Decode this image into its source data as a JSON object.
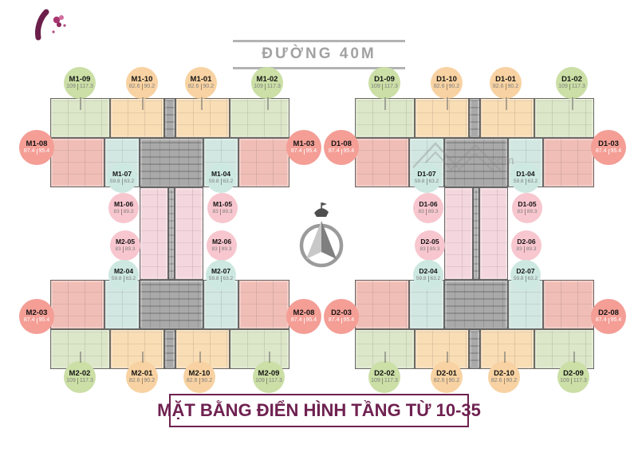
{
  "header": {
    "road_label": "ĐƯỜNG 40M"
  },
  "footer": {
    "title": "MẶT BẰNG ĐIỂN HÌNH TẦNG TỪ 10-35"
  },
  "watermark": {
    "text": ".com"
  },
  "colors": {
    "unit_green": "#dce6c8",
    "unit_orange": "#f9ddb4",
    "unit_salmon": "#f0beb6",
    "unit_teal": "#d2e7e1",
    "unit_rose": "#f4d7de",
    "unit_gray": "#a9a9a9",
    "bubble_green": "#cbdfa6",
    "bubble_orange": "#f8d2a2",
    "bubble_salmon": "#f49e96",
    "bubble_teal": "#cde8e1",
    "bubble_rose": "#f7c6ce",
    "wall": "#4f4f4f",
    "accent_maroon": "#6f2150",
    "road_gray": "#a2a2a2"
  },
  "blocks": [
    {
      "id": "M",
      "labels": {
        "top": [
          {
            "id": "M1-09",
            "area1": "109",
            "area2": "117.3",
            "color": "green"
          },
          {
            "id": "M1-10",
            "area1": "82.6",
            "area2": "90.2",
            "color": "orange"
          },
          {
            "id": "M1-01",
            "area1": "82.6",
            "area2": "90.2",
            "color": "orange"
          },
          {
            "id": "M1-02",
            "area1": "109",
            "area2": "117.3",
            "color": "green"
          }
        ],
        "left": [
          {
            "id": "M1-08",
            "area1": "87.4",
            "area2": "95.4",
            "color": "salmon"
          },
          {
            "id": "M2-03",
            "area1": "87.4",
            "area2": "95.4",
            "color": "salmon"
          }
        ],
        "right": [
          {
            "id": "M1-03",
            "area1": "87.4",
            "area2": "95.4",
            "color": "salmon"
          },
          {
            "id": "M2-08",
            "area1": "87.4",
            "area2": "95.4",
            "color": "salmon"
          }
        ],
        "inner_left": [
          {
            "id": "M1-07",
            "area1": "59.8",
            "area2": "63.2",
            "color": "teal"
          },
          {
            "id": "M1-06",
            "area1": "83",
            "area2": "89.3",
            "color": "rose"
          },
          {
            "id": "M2-05",
            "area1": "83",
            "area2": "89.3",
            "color": "rose"
          },
          {
            "id": "M2-04",
            "area1": "59.8",
            "area2": "63.2",
            "color": "teal"
          }
        ],
        "inner_right": [
          {
            "id": "M1-04",
            "area1": "59.8",
            "area2": "63.2",
            "color": "teal"
          },
          {
            "id": "M1-05",
            "area1": "83",
            "area2": "89.3",
            "color": "rose"
          },
          {
            "id": "M2-06",
            "area1": "83",
            "area2": "89.3",
            "color": "rose"
          },
          {
            "id": "M2-07",
            "area1": "59.8",
            "area2": "63.2",
            "color": "teal"
          }
        ],
        "bottom": [
          {
            "id": "M2-02",
            "area1": "109",
            "area2": "117.3",
            "color": "green"
          },
          {
            "id": "M2-01",
            "area1": "82.6",
            "area2": "90.2",
            "color": "orange"
          },
          {
            "id": "M2-10",
            "area1": "82.6",
            "area2": "90.2",
            "color": "orange"
          },
          {
            "id": "M2-09",
            "area1": "109",
            "area2": "117.3",
            "color": "green"
          }
        ]
      }
    },
    {
      "id": "D",
      "labels": {
        "top": [
          {
            "id": "D1-09",
            "area1": "109",
            "area2": "117.3",
            "color": "green"
          },
          {
            "id": "D1-10",
            "area1": "82.6",
            "area2": "90.2",
            "color": "orange"
          },
          {
            "id": "D1-01",
            "area1": "82.6",
            "area2": "90.2",
            "color": "orange"
          },
          {
            "id": "D1-02",
            "area1": "109",
            "area2": "117.3",
            "color": "green"
          }
        ],
        "left": [
          {
            "id": "D1-08",
            "area1": "87.4",
            "area2": "95.4",
            "color": "salmon"
          },
          {
            "id": "D2-03",
            "area1": "87.4",
            "area2": "95.4",
            "color": "salmon"
          }
        ],
        "right": [
          {
            "id": "D1-03",
            "area1": "87.4",
            "area2": "95.4",
            "color": "salmon"
          },
          {
            "id": "D2-08",
            "area1": "87.4",
            "area2": "95.4",
            "color": "salmon"
          }
        ],
        "inner_left": [
          {
            "id": "D1-07",
            "area1": "59.8",
            "area2": "63.2",
            "color": "teal"
          },
          {
            "id": "D1-06",
            "area1": "83",
            "area2": "89.3",
            "color": "rose"
          },
          {
            "id": "D2-05",
            "area1": "83",
            "area2": "89.3",
            "color": "rose"
          },
          {
            "id": "D2-04",
            "area1": "59.8",
            "area2": "63.2",
            "color": "teal"
          }
        ],
        "inner_right": [
          {
            "id": "D1-04",
            "area1": "59.8",
            "area2": "63.2",
            "color": "teal"
          },
          {
            "id": "D1-05",
            "area1": "83",
            "area2": "89.3",
            "color": "rose"
          },
          {
            "id": "D2-06",
            "area1": "83",
            "area2": "89.3",
            "color": "rose"
          },
          {
            "id": "D2-07",
            "area1": "59.8",
            "area2": "63.2",
            "color": "teal"
          }
        ],
        "bottom": [
          {
            "id": "D2-02",
            "area1": "109",
            "area2": "117.3",
            "color": "green"
          },
          {
            "id": "D2-01",
            "area1": "82.6",
            "area2": "90.2",
            "color": "orange"
          },
          {
            "id": "D2-10",
            "area1": "82.6",
            "area2": "90.2",
            "color": "orange"
          },
          {
            "id": "D2-09",
            "area1": "109",
            "area2": "117.3",
            "color": "green"
          }
        ]
      }
    }
  ]
}
